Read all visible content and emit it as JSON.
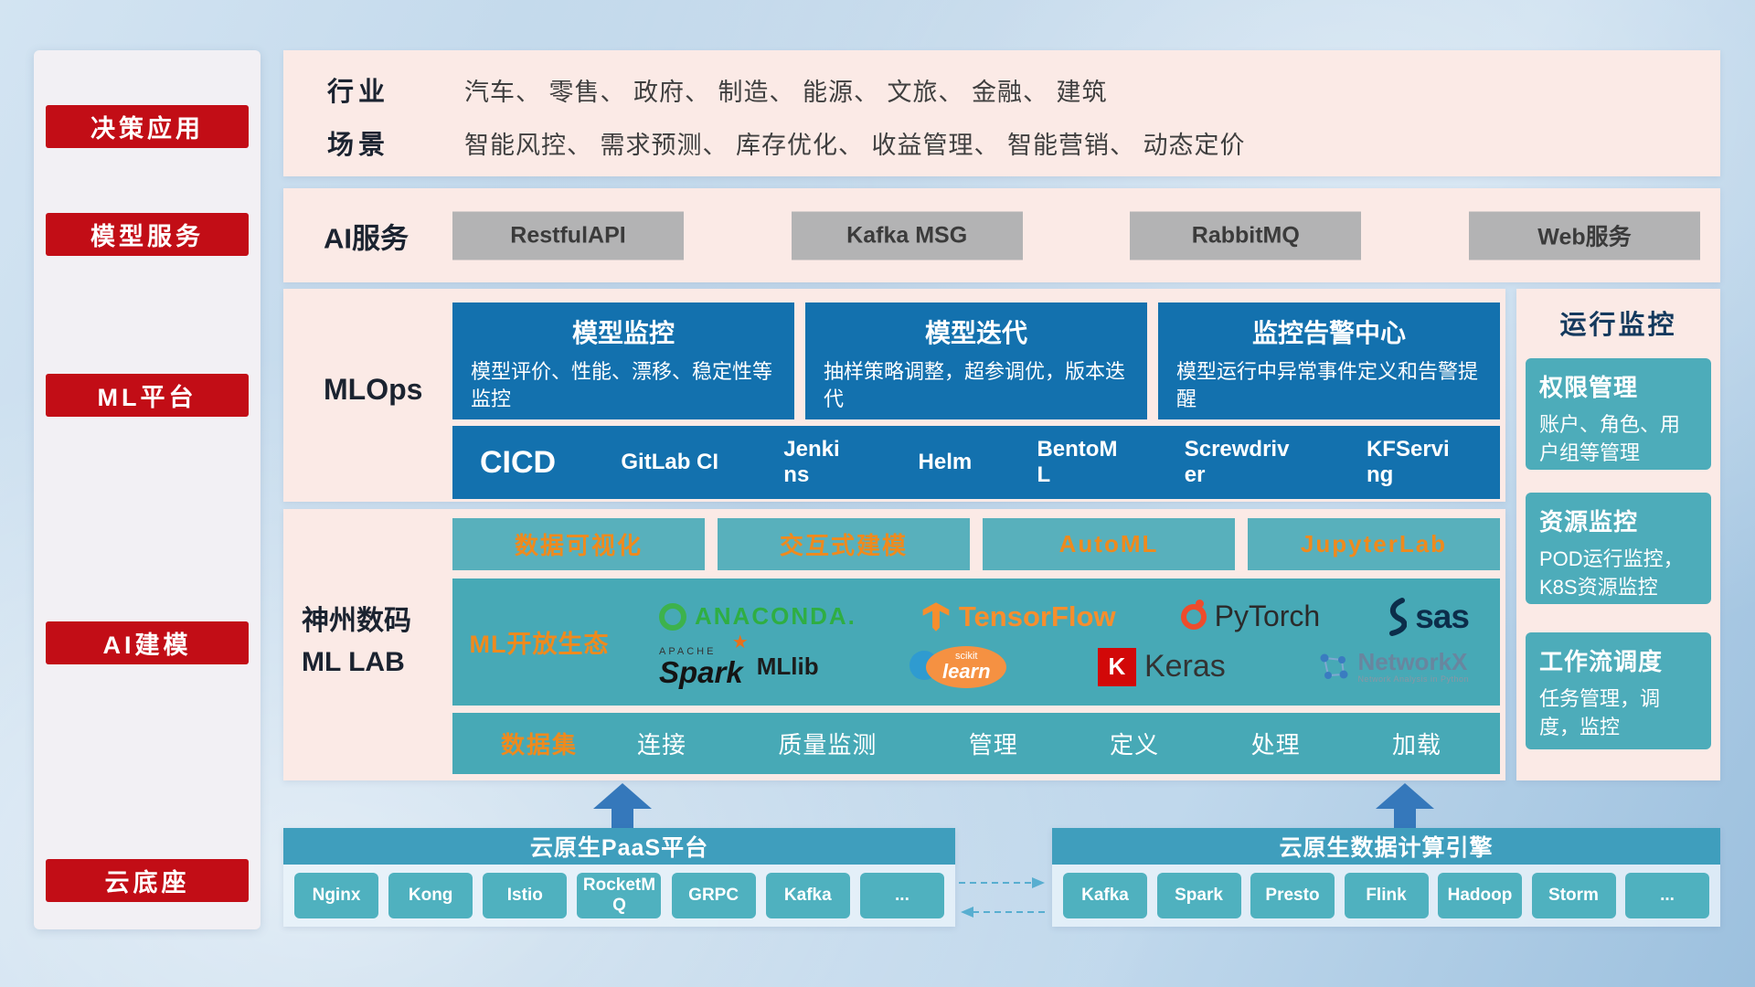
{
  "sidebar": {
    "items": [
      "决策应用",
      "模型服务",
      "ML平台",
      "AI建模",
      "云底座"
    ]
  },
  "apps": {
    "rows": [
      {
        "label": "行业",
        "value": "汽车、 零售、 政府、 制造、 能源、 文旅、 金融、 建筑"
      },
      {
        "label": "场景",
        "value": "智能风控、 需求预测、 库存优化、 收益管理、 智能营销、 动态定价"
      }
    ]
  },
  "services": {
    "label": "AI服务",
    "buttons": [
      "RestfulAPI",
      "Kafka MSG",
      "RabbitMQ",
      "Web服务"
    ]
  },
  "mlops": {
    "label": "MLOps",
    "cards": [
      {
        "title": "模型监控",
        "desc": "模型评价、性能、漂移、稳定性等监控"
      },
      {
        "title": "模型迭代",
        "desc": "抽样策略调整，超参调优，版本迭代"
      },
      {
        "title": "监控告警中心",
        "desc": "模型运行中异常事件定义和告警提醒"
      }
    ],
    "cicd_label": "CICD",
    "cicd_items": [
      "GitLab CI",
      "Jenkins",
      "Helm",
      "BentoML",
      "Screwdriver",
      "KFServing"
    ]
  },
  "mllab": {
    "label_line1": "神州数码",
    "label_line2": "ML LAB",
    "tools": [
      "数据可视化",
      "交互式建模",
      "AutoML",
      "JupyterLab"
    ],
    "eco_label": "ML开放生态",
    "logos": {
      "anaconda": "ANACONDA.",
      "tensorflow": "TensorFlow",
      "pytorch": "PyTorch",
      "sas": "sas",
      "apache": "APACHE",
      "spark": "Spark",
      "mllib": "MLlib",
      "scikit_top": "scikit",
      "scikit": "learn",
      "keras_k": "K",
      "keras": "Keras",
      "networkx": "NetworkX",
      "networkx_sub": "Network Analysis in Python"
    },
    "dataset_label": "数据集",
    "dataset_items": [
      "连接",
      "质量监测",
      "管理",
      "定义",
      "处理",
      "加载"
    ]
  },
  "monitor": {
    "title": "运行监控",
    "cards": [
      {
        "title": "权限管理",
        "desc": "账户、角色、用户组等管理"
      },
      {
        "title": "资源监控",
        "desc": "POD运行监控，K8S资源监控"
      },
      {
        "title": "工作流调度",
        "desc": "任务管理，调度，监控"
      }
    ]
  },
  "cloud": {
    "paas_title": "云原生PaaS平台",
    "paas_items": [
      "Nginx",
      "Kong",
      "Istio",
      "RocketMQ",
      "GRPC",
      "Kafka",
      "..."
    ],
    "engine_title": "云原生数据计算引擎",
    "engine_items": [
      "Kafka",
      "Spark",
      "Presto",
      "Flink",
      "Hadoop",
      "Storm",
      "..."
    ]
  },
  "colors": {
    "layer_red": "#c20d16",
    "panel_pink": "#fbeae6",
    "mlops_blue": "#1371ae",
    "teal": "#47a9b6",
    "accent_orange": "#ef8a1d",
    "arrow_blue": "#3578bb"
  }
}
